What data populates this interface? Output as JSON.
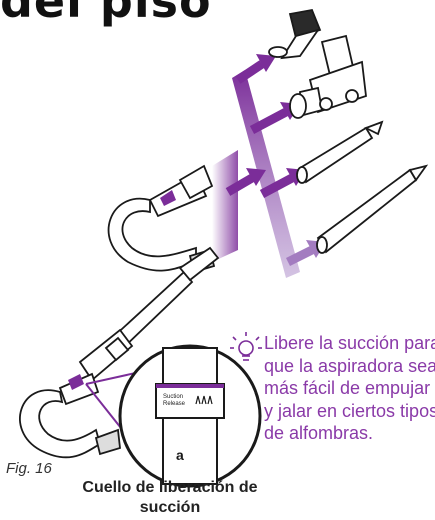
{
  "page": {
    "heading": "del piso",
    "tip_lines": [
      "Libere la succión para",
      "que la aspiradora sea",
      "más fácil de empujar",
      "y jalar en ciertos tipos",
      "de alfombras."
    ],
    "figure_label": "Fig. 16",
    "caption_lines": [
      "Cuello de liberación de",
      "succión"
    ],
    "callout_label": "a",
    "collar_text": [
      "Suction",
      "Release"
    ]
  },
  "colors": {
    "accent": "#7b2d99",
    "tip_text": "#8a3aa8"
  },
  "icons": [
    "lightbulb-icon"
  ]
}
